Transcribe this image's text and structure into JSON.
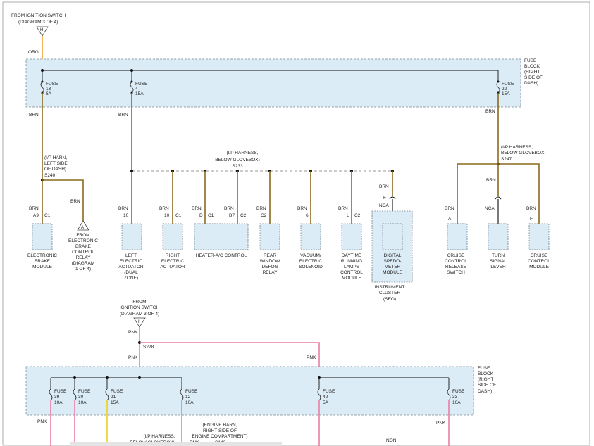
{
  "top": {
    "source_label": [
      "FROM IGNITION SWITCH",
      "(DIAGRAM 3 OF 4)"
    ],
    "source_letter": "H",
    "wire_color": "ORG",
    "fuse_block_label": [
      "FUSE",
      "BLOCK",
      "(RIGHT",
      "SIDE OF",
      "DASH)"
    ],
    "fuses": [
      {
        "label": "FUSE",
        "number": "13",
        "rating": "5A",
        "out_wire": "BRN"
      },
      {
        "label": "FUSE",
        "number": "4",
        "rating": "15A",
        "out_wire": "BRN"
      },
      {
        "label": "FUSE",
        "number": "22",
        "rating": "15A",
        "out_wire": "BRN"
      }
    ],
    "splice_s240": [
      "(I/P HARN,",
      "LEFT SIDE",
      "OF DASH)",
      "S240"
    ],
    "splice_s233": [
      "(I/P HARNESS,",
      "BELOW GLOVEBOX)",
      "S233"
    ],
    "splice_s247": [
      "(I/P HARNESS,",
      "BELOW GLOVEBOX)",
      "S247"
    ],
    "from_ebc": {
      "wire": "BRN",
      "letter": "A",
      "text": [
        "FROM",
        "ELECTRONIC",
        "BRAKE",
        "CONTROL",
        "RELAY",
        "(DIAGRAM",
        "1 OF 4)"
      ]
    },
    "components": [
      {
        "wire": "BRN",
        "pin": "A9",
        "conn": "C1",
        "name": [
          "ELECTRONIC",
          "BRAKE",
          "MODULE"
        ]
      },
      {
        "wire": "BRN",
        "pin": "10",
        "conn": "",
        "name": [
          "LEFT",
          "ELECTRIC",
          "ACTUATOR",
          "(DUAL",
          "ZONE)"
        ]
      },
      {
        "wire": "BRN",
        "pin": "10",
        "conn": "C1",
        "name": [
          "RIGHT",
          "ELECTRIC",
          "ACTUATOR"
        ]
      },
      {
        "wire": "BRN",
        "pin": "D",
        "conn": "C1",
        "name": [
          "HEATER-A/C CONTROL"
        ]
      },
      {
        "wire": "BRN",
        "pin": "B7",
        "conn": "C2",
        "name": []
      },
      {
        "wire": "BRN",
        "pin": "C2",
        "conn": "",
        "name": [
          "REAR",
          "WINDOW",
          "DEFOG",
          "RELAY"
        ]
      },
      {
        "wire": "BRN",
        "pin": "6",
        "conn": "",
        "name": [
          "VACUUM/",
          "ELECTRIC",
          "SOLENOID"
        ]
      },
      {
        "wire": "BRN",
        "pin": "L",
        "conn": "C2",
        "name": [
          "DAYTIME",
          "RUNNING",
          "LAMPS",
          "CONTROL",
          "MODULE"
        ]
      },
      {
        "wire_top": "BRN",
        "pin": "F",
        "wire": "NCA",
        "name": [
          "DIGITAL",
          "SPEDO-",
          "METER",
          "MODULE"
        ],
        "group": [
          "INSTRUMENT",
          "CLUSTER",
          "(SEO)"
        ]
      },
      {
        "wire": "BRN",
        "pin": "A",
        "conn": "",
        "name": [
          "CRUISE",
          "CONTROL",
          "RELEASE",
          "SWITCH"
        ]
      },
      {
        "wire_top": "BRN",
        "wire": "NCA",
        "pin": "",
        "name": [
          "TURN",
          "SIGNAL",
          "LEVER"
        ]
      },
      {
        "wire": "BRN",
        "pin": "F",
        "conn": "",
        "name": [
          "CRUISE",
          "CONTROL",
          "MODULE"
        ]
      }
    ]
  },
  "bottom": {
    "source_label": [
      "FROM",
      "IGNITION SWITCH",
      "(DIAGRAM 3 OF 4)"
    ],
    "source_letter": "I",
    "wire_color": "PNK",
    "splice": "S228",
    "pnk_left": "PNK",
    "pnk_right": "PNK",
    "fuse_block_label": [
      "FUSE",
      "BLOCK",
      "(RIGHT",
      "SIDE OF",
      "DASH)"
    ],
    "fuses": [
      {
        "label": "FUSE",
        "number": "39",
        "rating": "10A"
      },
      {
        "label": "FUSE",
        "number": "30",
        "rating": "10A"
      },
      {
        "label": "FUSE",
        "number": "21",
        "rating": "15A"
      },
      {
        "label": "FUSE",
        "number": "12",
        "rating": "10A"
      },
      {
        "label": "FUSE",
        "number": "42",
        "rating": "5A"
      },
      {
        "label": "FUSE",
        "number": "33",
        "rating": "10A"
      }
    ],
    "out_left": "PNK",
    "out_right": "PNK",
    "ip_harness": [
      "(I/P HARNESS,",
      "BELOW GLOVEBOX)"
    ],
    "engine_harness": [
      "(ENGINE HARN,",
      "RIGHT SIDE OF",
      "ENGINE COMPARTMENT)"
    ],
    "engine_splice": "S142",
    "wire_pnk_mid": "PNK",
    "wire_non": "NON"
  },
  "colors": {
    "brown_wire": "#8a6a1e",
    "pink_wire": "#ea7fa6",
    "orange_wire": "#f0a030",
    "yellow_wire": "#ead21a",
    "box_fill": "#dcecf6"
  }
}
